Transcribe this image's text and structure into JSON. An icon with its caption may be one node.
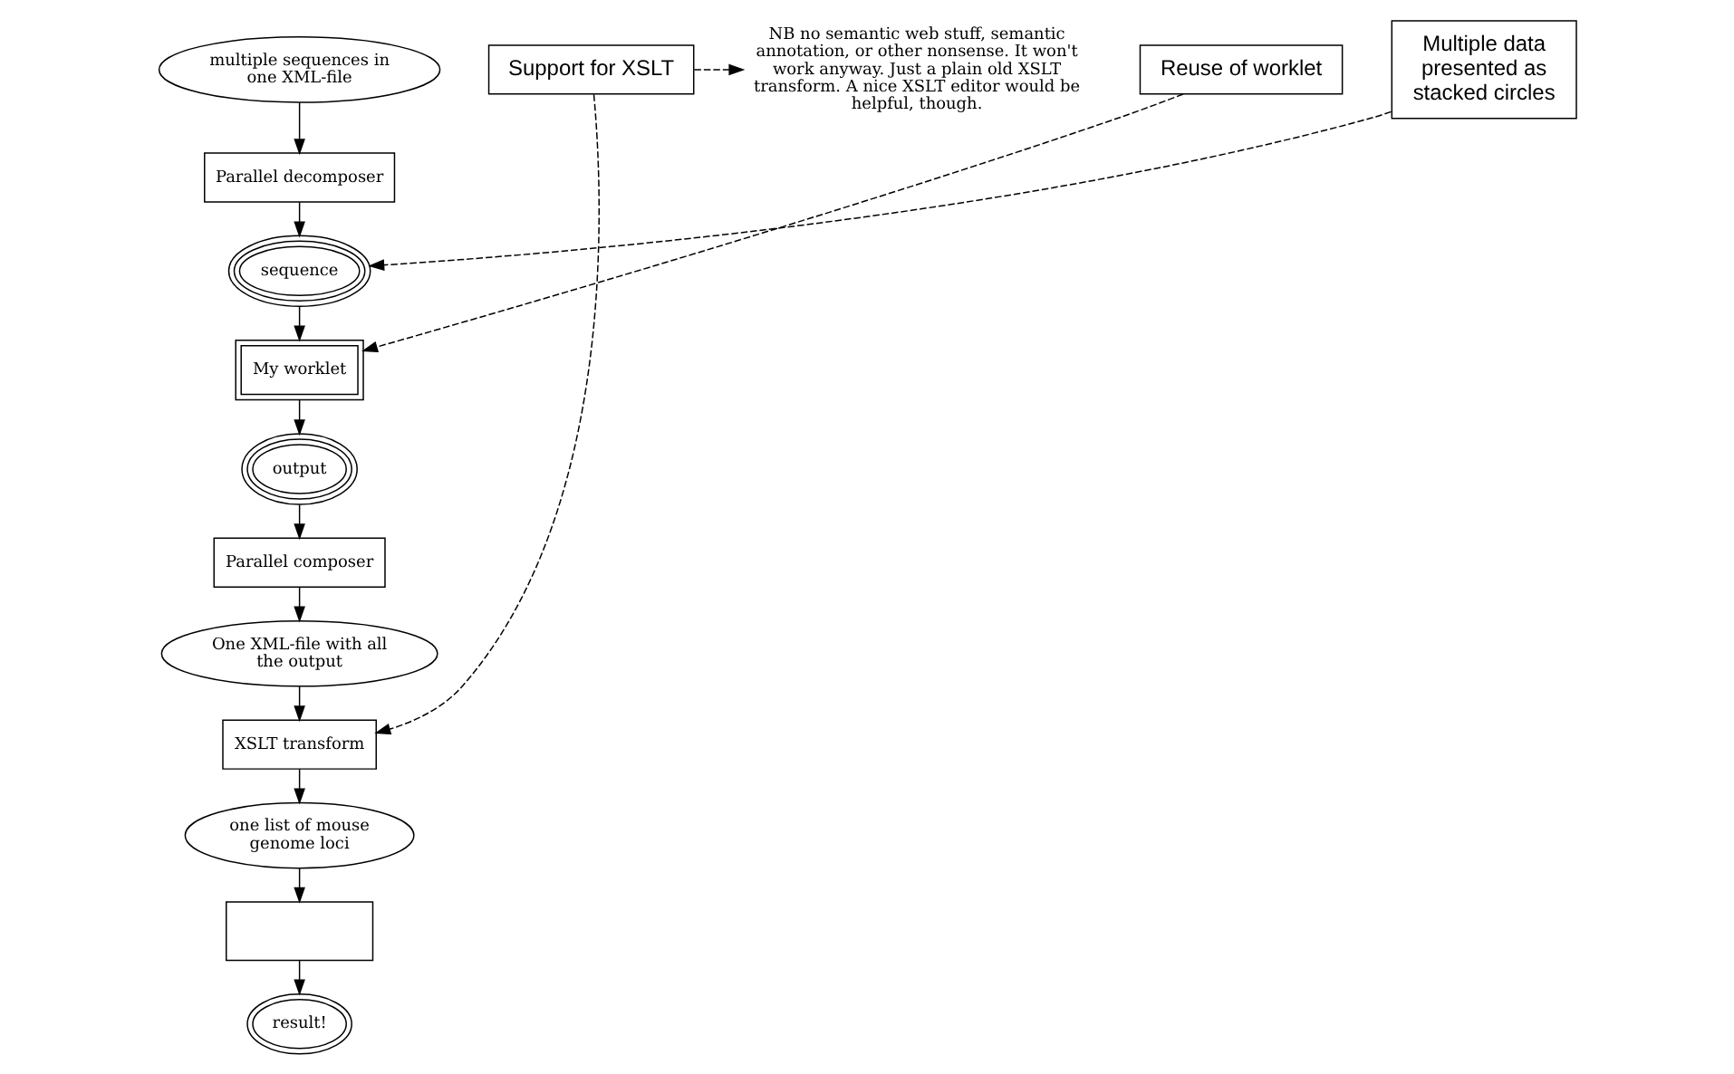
{
  "diagram": {
    "nodes": [
      {
        "text": [
          "multiple sequences in one XML-file"
        ]
      },
      {
        "text": [
          "Parallel decomposer"
        ]
      },
      {
        "text": [
          "sequence"
        ]
      },
      {
        "text": [
          "My worklet"
        ]
      },
      {
        "text": [
          "output"
        ]
      },
      {
        "text": [
          "Parallel composer"
        ]
      },
      {
        "text": [
          "One XML-file with all the output"
        ]
      },
      {
        "text": [
          "XSLT transform"
        ]
      },
      {
        "text": [
          "one list of mouse genome loci"
        ]
      },
      {
        "text": [],
        "shape": "box"
      },
      {
        "text": [
          "result!"
        ]
      },
      {
        "text": [
          "NB no semantic web stuff, semantic annotation, or other nonsense. It won't work anyway. Just a plain old XSLT transform. A nice XSLT editor would be helpful, though."
        ]
      },
      {
        "text": [
          "Multiple data presented as stacked circles"
        ]
      },
      {
        "text": [
          "Reuse of worklet"
        ]
      },
      {
        "text": [
          "Support for XSLT"
        ]
      }
    ],
    "edges": [
      {
        "from": 0,
        "to": 1,
        "arrow": "to"
      },
      {
        "from": 1,
        "to": 2,
        "arrow": "to"
      },
      {
        "from": 2,
        "to": 3,
        "arrow": "to"
      },
      {
        "from": 3,
        "to": 4,
        "arrow": "to"
      },
      {
        "from": 4,
        "to": 5,
        "arrow": "to"
      },
      {
        "from": 5,
        "to": 6,
        "arrow": "to"
      },
      {
        "from": 6,
        "to": 7,
        "arrow": "to"
      },
      {
        "from": 7,
        "to": 8,
        "arrow": "to"
      },
      {
        "from": 8,
        "to": 9,
        "arrow": "to"
      },
      {
        "from": 9,
        "to": 10,
        "arrow": "to"
      },
      {
        "from": 12,
        "to": 2,
        "arrow": "to",
        "style": "dashed"
      },
      {
        "from": 13,
        "to": 3,
        "arrow": "to",
        "style": "dashed"
      },
      {
        "from": 14,
        "to": 7,
        "arrow": "to",
        "style": "dashed"
      },
      {
        "from": 14,
        "to": 11,
        "arrow": "to",
        "style": "dashed"
      }
    ]
  }
}
